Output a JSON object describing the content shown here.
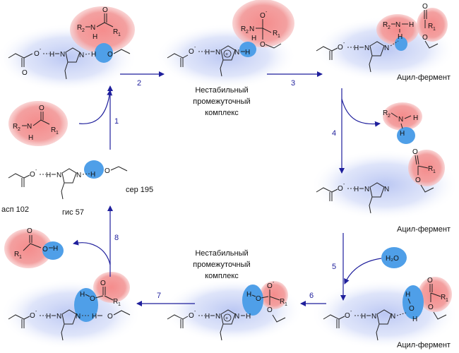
{
  "labels": {
    "unstable_complex_1": [
      "Нестабильный",
      "промежуточный",
      "комплекс"
    ],
    "unstable_complex_2": [
      "Нестабильный",
      "промежуточный",
      "комплекс"
    ],
    "acyl_enzyme_1": "Ацил-фермент",
    "acyl_enzyme_2": "Ацил-фермент",
    "acyl_enzyme_3": "Ацил-фермент",
    "asp": "асп 102",
    "his": "гис 57",
    "ser": "сер 195",
    "water": "H₂O"
  },
  "steps": [
    "1",
    "2",
    "3",
    "4",
    "5",
    "6",
    "7",
    "8"
  ],
  "colors": {
    "arrow": "#1f1f9c",
    "blue_halo": "#b7c4f2",
    "red_blob": "#f08a8a",
    "blue_blob": "#4f9fe8"
  }
}
